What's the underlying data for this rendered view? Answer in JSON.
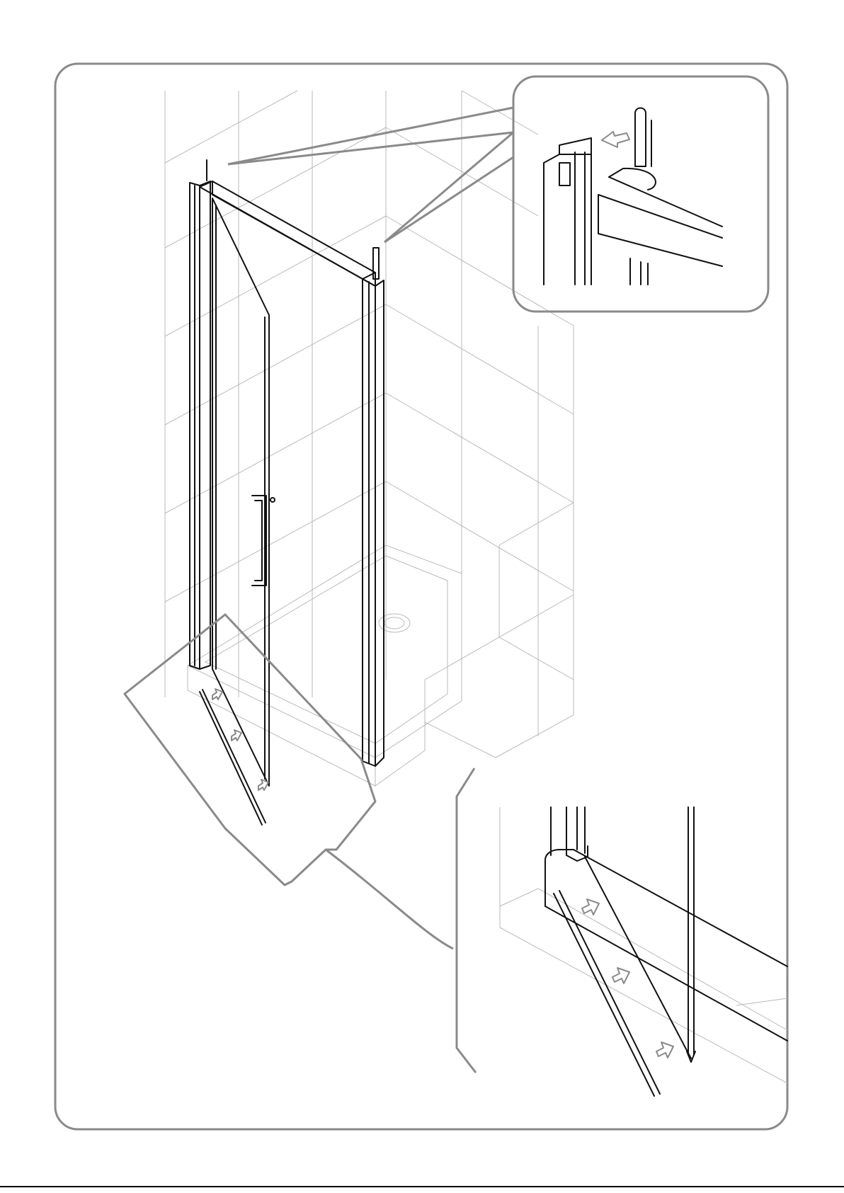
{
  "document": {
    "page_number": "",
    "colors": {
      "frame": "#8a8a8a",
      "tile_lines": "#b9b9b9",
      "drawing_ink": "#111111",
      "background": "#ffffff"
    }
  },
  "illustration": {
    "main_view": "shower-enclosure-assembly",
    "detail_views": [
      "top-profile-cover-insertion",
      "bottom-seal-strip-insertion"
    ],
    "icons": [
      "insert-direction-arrow-icon"
    ]
  }
}
